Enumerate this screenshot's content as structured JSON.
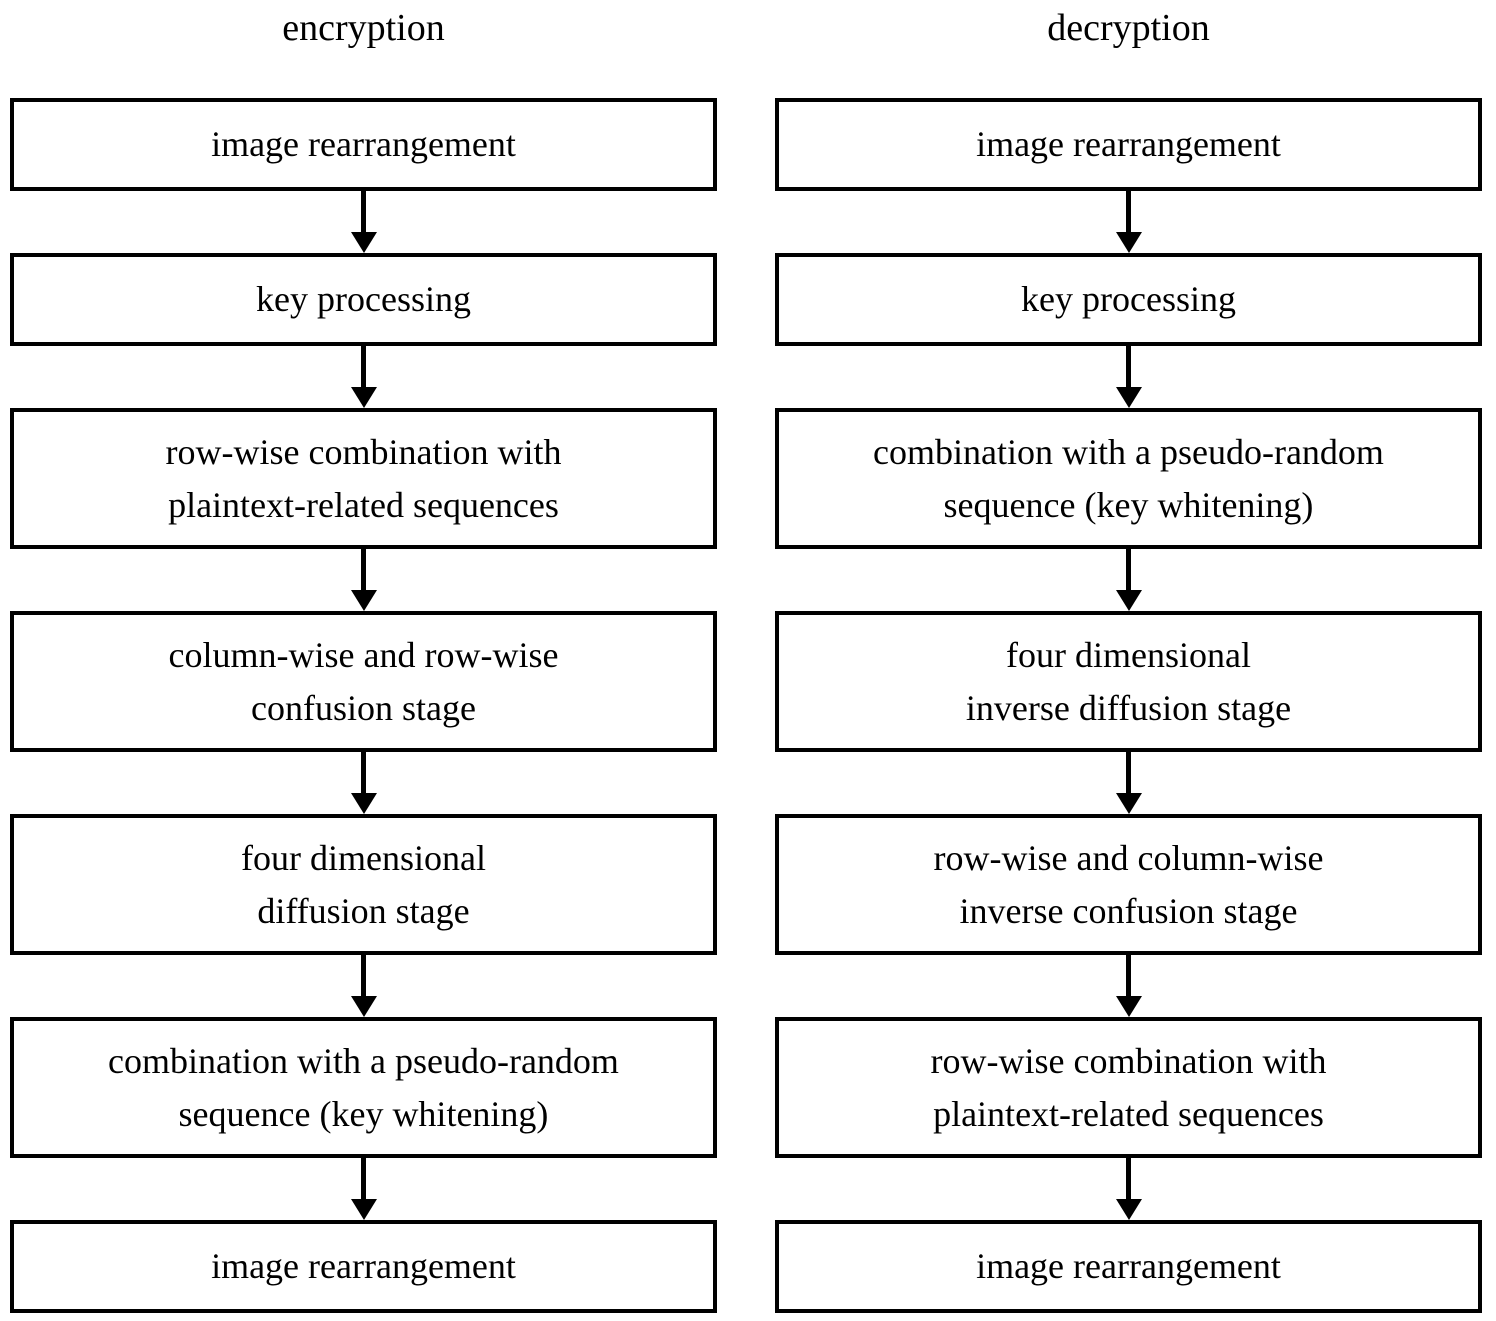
{
  "diagram": {
    "columns": [
      {
        "title": "encryption",
        "steps": [
          "image rearrangement",
          "key processing",
          "row-wise combination with\nplaintext-related sequences",
          "column-wise and row-wise\nconfusion stage",
          "four dimensional\ndiffusion stage",
          "combination with a pseudo-random\nsequence (key whitening)",
          "image rearrangement"
        ]
      },
      {
        "title": "decryption",
        "steps": [
          "image rearrangement",
          "key processing",
          "combination with a pseudo-random\nsequence (key whitening)",
          "four dimensional\ninverse diffusion stage",
          "row-wise and column-wise\ninverse confusion stage",
          "row-wise combination with\nplaintext-related sequences",
          "image rearrangement"
        ]
      }
    ],
    "colors": {
      "ink": "#000000",
      "background": "#ffffff"
    }
  }
}
